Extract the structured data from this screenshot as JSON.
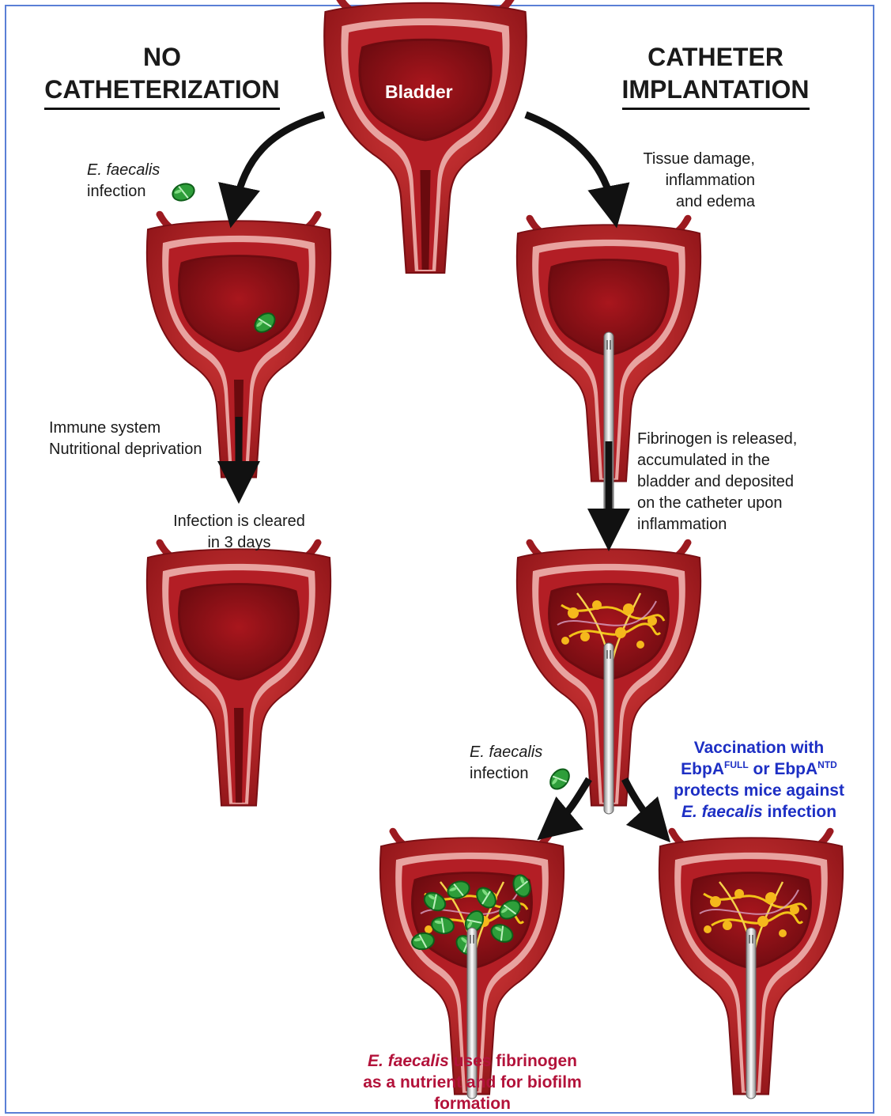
{
  "headings": {
    "left": [
      "NO",
      "CATHETERIZATION"
    ],
    "right": [
      "CATHETER",
      "IMPLANTATION"
    ]
  },
  "bladder_label": "Bladder",
  "left_branch": {
    "infection_italic": "E. faecalis",
    "infection_rest": "infection",
    "immune": [
      "Immune system",
      "Nutritional deprivation"
    ],
    "cleared": [
      "Infection is cleared",
      "in 3 days"
    ]
  },
  "right_branch": {
    "damage": [
      "Tissue damage,",
      "inflammation",
      "and edema"
    ],
    "fibrinogen": [
      "Fibrinogen is released,",
      "accumulated in the",
      "bladder and deposited",
      "on the catheter upon",
      "inflammation"
    ],
    "infection_italic": "E. faecalis",
    "infection_rest": "infection"
  },
  "vaccination": {
    "line1": "Vaccination with",
    "ebpa1": "EbpA",
    "sup1": "FULL",
    "or": " or EbpA",
    "sup2": "NTD",
    "line3": "protects mice against",
    "line4_italic": "E. faecalis",
    "line4_rest": " infection"
  },
  "outcome": {
    "italic": "E. faecalis",
    "rest": " uses fibrinogen",
    "line2": "as a nutrient and for biofilm",
    "line3": "formation"
  },
  "colors": {
    "bladder_outer": "#b3202a",
    "bladder_lumen": "#8e1017",
    "lining": "#e8a3a0",
    "bacteria": "#2e9e3a",
    "fibrin": "#f2c318",
    "vaccination_text": "#1d2fc4",
    "outcome_text": "#b3123a",
    "frame": "#5a7fd6"
  }
}
